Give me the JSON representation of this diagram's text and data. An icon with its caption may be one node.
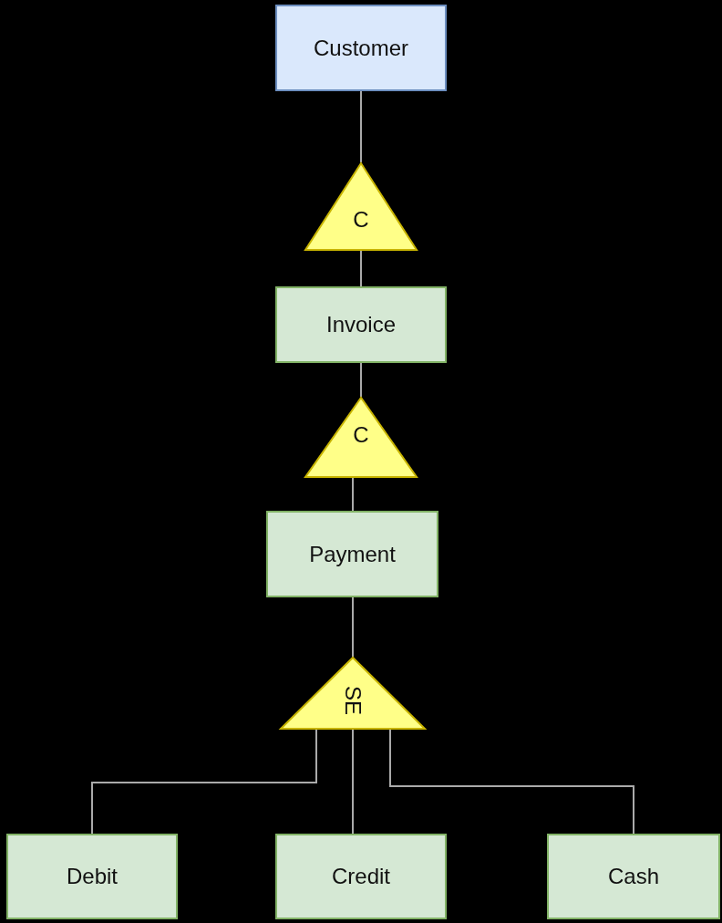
{
  "diagram": {
    "nodes": [
      {
        "text": [
          "Customer"
        ]
      },
      {
        "text": [
          "C"
        ]
      },
      {
        "text": [
          "Invoice"
        ]
      },
      {
        "text": [
          "C"
        ]
      },
      {
        "text": [
          "Payment"
        ]
      },
      {
        "text": [
          "SE"
        ]
      },
      {
        "text": [
          "Debit"
        ]
      },
      {
        "text": [
          "Credit"
        ]
      },
      {
        "text": [
          "Cash"
        ]
      }
    ],
    "edges": [
      {
        "from": 0,
        "to": 1,
        "arrow": "none"
      },
      {
        "from": 1,
        "to": 2,
        "arrow": "none"
      },
      {
        "from": 2,
        "to": 3,
        "arrow": "none"
      },
      {
        "from": 3,
        "to": 4,
        "arrow": "none"
      },
      {
        "from": 4,
        "to": 5,
        "arrow": "none"
      },
      {
        "from": 5,
        "to": 6,
        "arrow": "none"
      },
      {
        "from": 5,
        "to": 7,
        "arrow": "none"
      },
      {
        "from": 5,
        "to": 8,
        "arrow": "none"
      }
    ]
  }
}
